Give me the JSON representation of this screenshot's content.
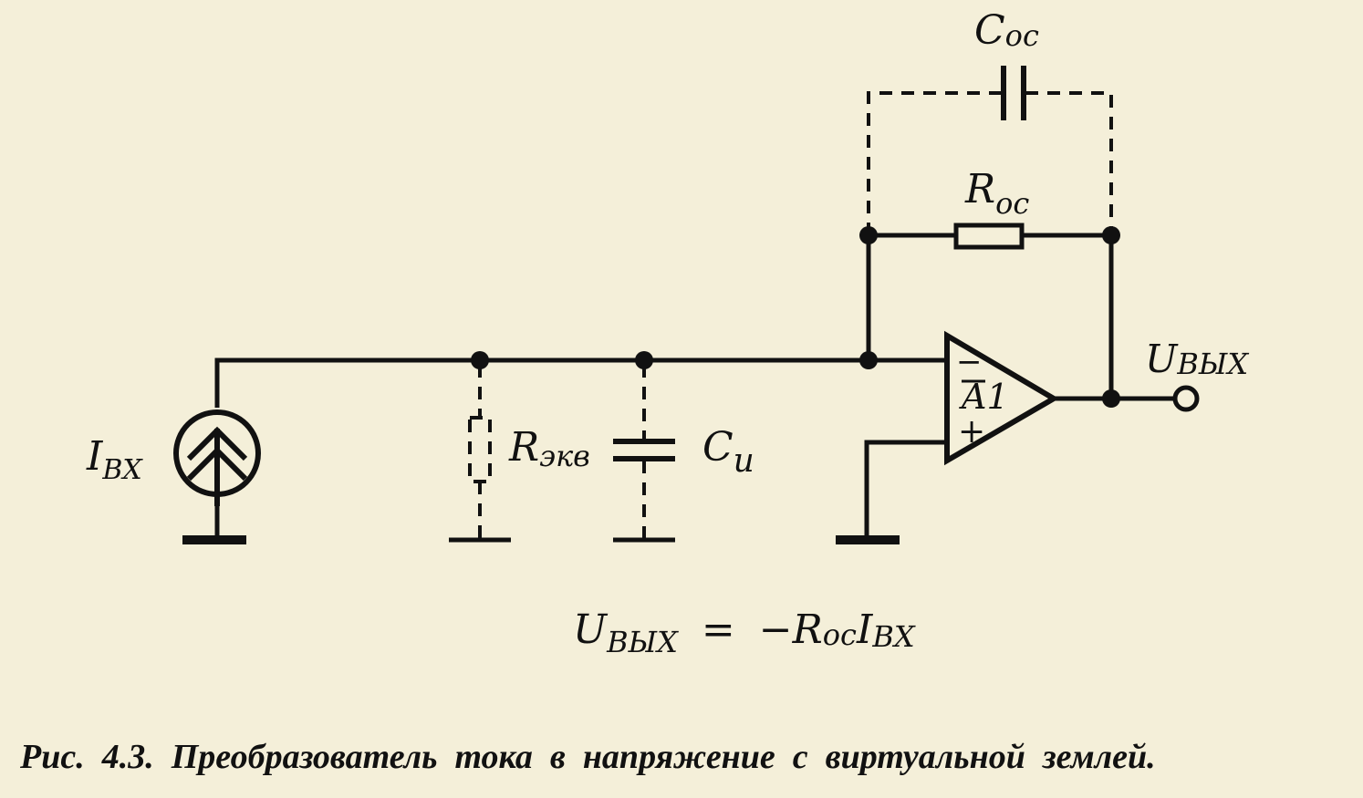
{
  "labels": {
    "c_fb_main": "C",
    "c_fb_sub": "ос",
    "r_fb_main": "R",
    "r_fb_sub": "ос",
    "r_eq_main": "R",
    "r_eq_sub": "экв",
    "c_in_main": "C",
    "c_in_sub": "u",
    "i_in_main": "I",
    "i_in_sub": "ВХ",
    "u_out_main": "U",
    "u_out_sub": "ВЫХ",
    "opamp_name": "A1",
    "opamp_minus": "−",
    "opamp_plus": "+"
  },
  "formula": {
    "u_main": "U",
    "u_sub": "ВЫХ",
    "equals": "=",
    "minus_r": "−R",
    "r_sub": "ос",
    "i_main": "I",
    "i_sub": "ВХ"
  },
  "caption": "Рис.  4.3.  Преобразователь  тока  в  напряжение  с  виртуальной  землей."
}
